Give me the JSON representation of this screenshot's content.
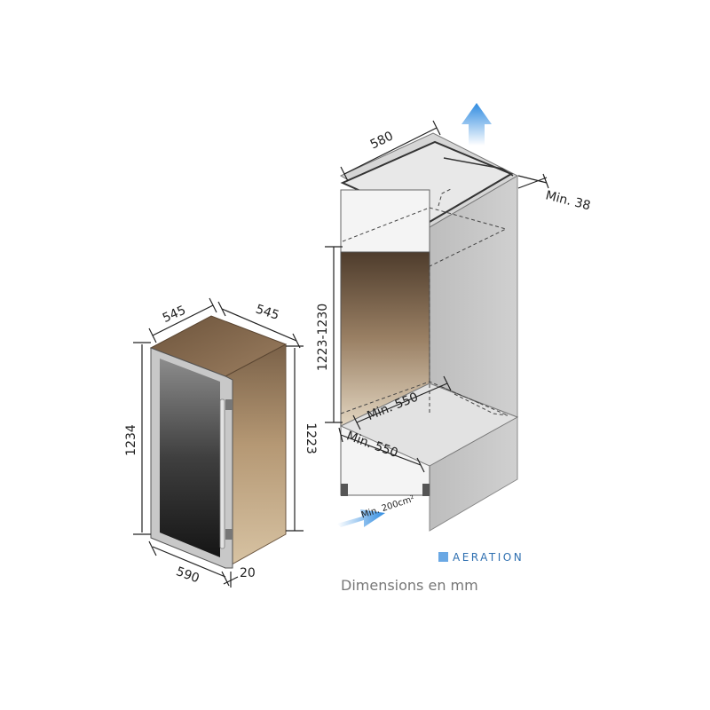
{
  "diagram": {
    "wine_cooler": {
      "top_depth": "545",
      "top_width": "545",
      "door_height": "1234",
      "body_height": "1223",
      "door_width": "590",
      "door_thickness": "20"
    },
    "niche": {
      "top_width": "580",
      "top_clearance": "Min. 38",
      "niche_height": "1223-1230",
      "niche_depth": "Min. 550",
      "base_width": "Min. 550",
      "vent_opening": "Min. 200cm²"
    },
    "legend": {
      "label": "AERATION"
    },
    "caption": "Dimensions en mm"
  },
  "colors": {
    "cabinet_gray": "#c9c9c9",
    "cabinet_gray_dark": "#a9a9a9",
    "wood_bronze": "#a6896a",
    "airflow_blue": "#3d8fdc",
    "legend_blue": "#2e6fb0"
  }
}
